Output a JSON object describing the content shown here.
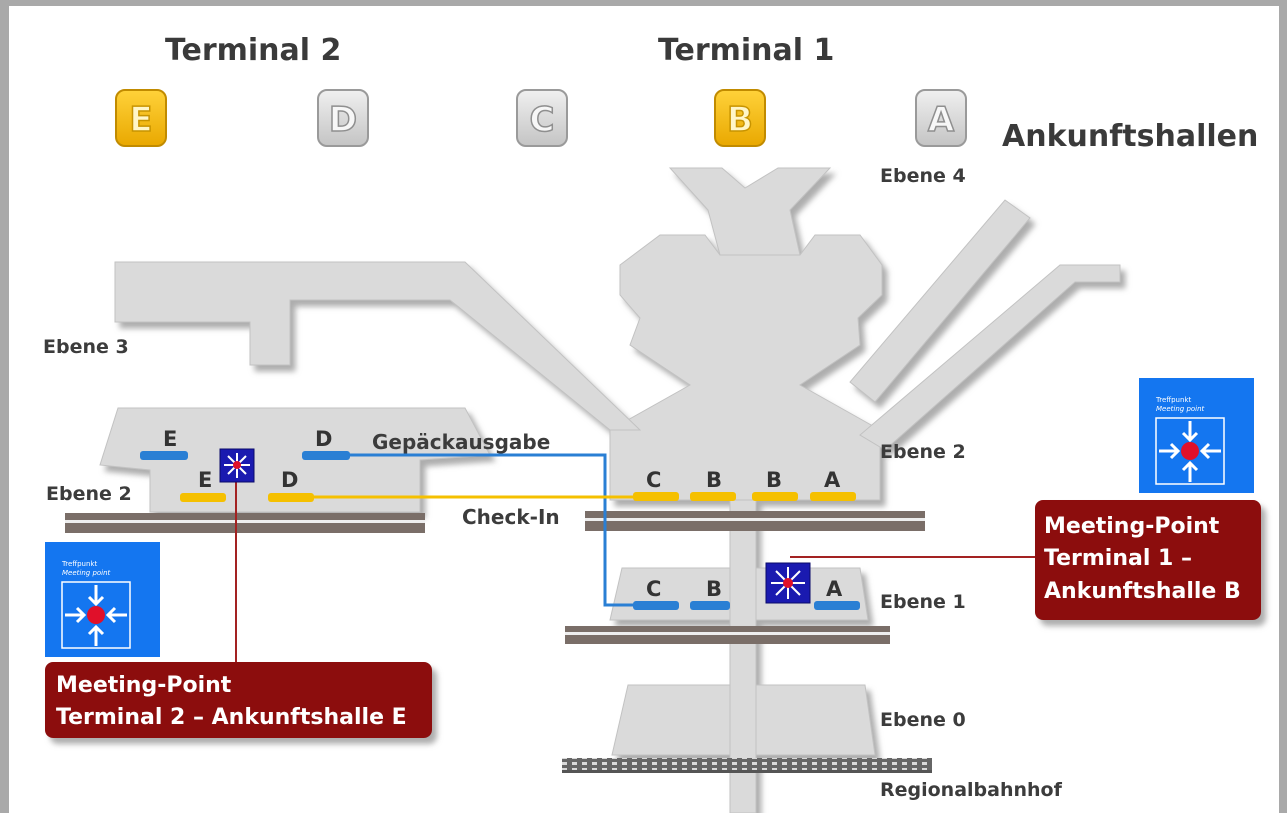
{
  "terminals": {
    "t2": "Terminal 2",
    "t1": "Terminal 1"
  },
  "arrival_halls": {
    "title": "Ankunftshallen",
    "items": [
      {
        "letter": "E",
        "highlighted": true
      },
      {
        "letter": "D",
        "highlighted": false
      },
      {
        "letter": "C",
        "highlighted": false
      },
      {
        "letter": "B",
        "highlighted": true
      },
      {
        "letter": "A",
        "highlighted": false
      }
    ]
  },
  "levels": {
    "ebene4": "Ebene 4",
    "ebene3": "Ebene 3",
    "ebene2_left": "Ebene 2",
    "ebene2_right": "Ebene 2",
    "ebene1": "Ebene 1",
    "ebene0": "Ebene 0",
    "regionalbahnhof": "Regionalbahnhof"
  },
  "functions": {
    "baggage": "Gepäckausgabe",
    "checkin": "Check-In"
  },
  "gates": {
    "t2_upper_e": "E",
    "t2_upper_d": "D",
    "t2_lower_e": "E",
    "t2_lower_d": "D",
    "t1_l2_c": "C",
    "t1_l2_b1": "B",
    "t1_l2_b2": "B",
    "t1_l2_a": "A",
    "t1_l1_c": "C",
    "t1_l1_b": "B",
    "t1_l1_a": "A"
  },
  "meeting_points": {
    "t1": {
      "line1": "Meeting-Point",
      "line2": "Terminal 1 –",
      "line3": "Ankunftshalle B"
    },
    "t2": {
      "line1": "Meeting-Point",
      "line2": "Terminal 2 – Ankunftshalle E"
    }
  },
  "signs": {
    "line1": "Treffpunkt",
    "line2": "Meeting point"
  },
  "colors": {
    "highlight_yellow": "#f5b800",
    "building_grey": "#d8d8d8",
    "route_blue": "#2a7fd4",
    "route_yellow": "#f5c000",
    "meeting_red": "#8c0d0d",
    "sign_blue": "#1476f0"
  }
}
